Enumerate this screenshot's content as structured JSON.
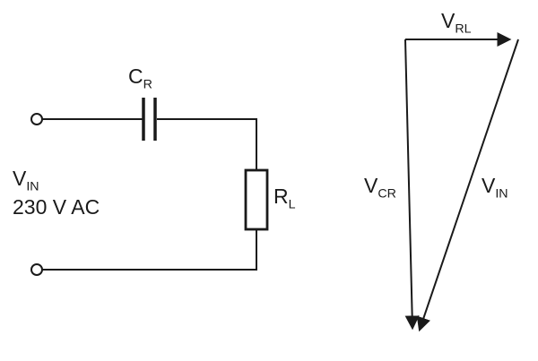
{
  "figure": {
    "kind": "series RC circuit with load resistor and voltage phasor diagram"
  },
  "circuit": {
    "source_label": {
      "main": "V",
      "sub": "IN"
    },
    "source_value": "230 V AC",
    "capacitor_label": {
      "main": "C",
      "sub": "R"
    },
    "resistor_label": {
      "main": "R",
      "sub": "L"
    }
  },
  "phasor": {
    "vrl_label": {
      "main": "V",
      "sub": "RL"
    },
    "vcr_label": {
      "main": "V",
      "sub": "CR"
    },
    "vin_label": {
      "main": "V",
      "sub": "IN"
    }
  },
  "colors": {
    "line": "#1a1a1a",
    "background": "#ffffff"
  }
}
